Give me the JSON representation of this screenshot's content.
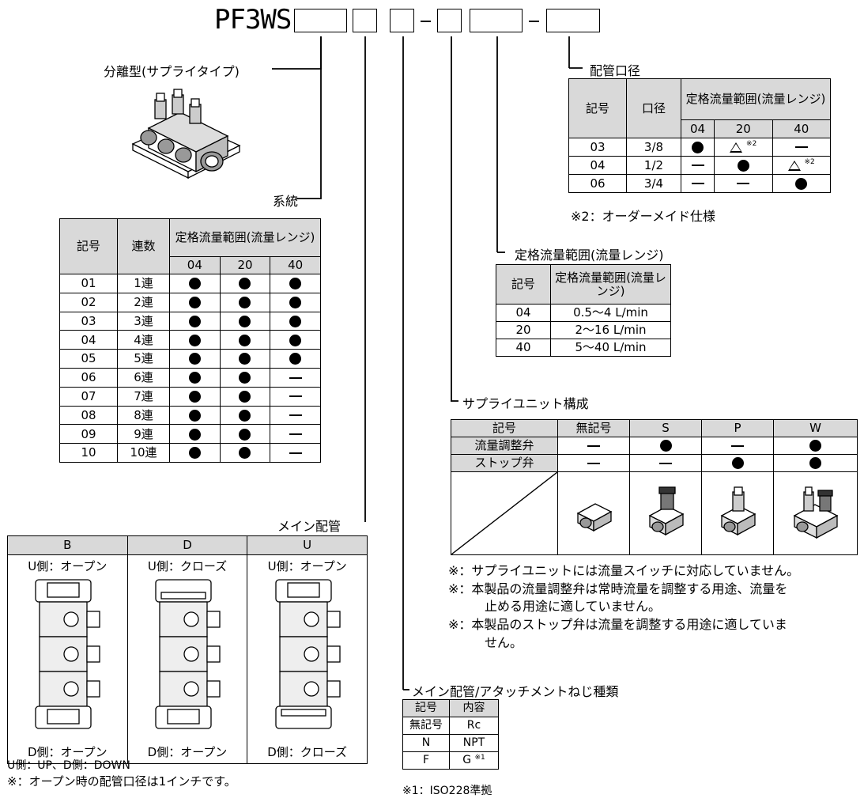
{
  "model": {
    "prefix": "PF3WS"
  },
  "body_type": {
    "label": "分離型(サプライタイプ)"
  },
  "stations": {
    "label": "系統",
    "headers": {
      "code": "記号",
      "count": "連数",
      "range": "定格流量範囲(流量レンジ)",
      "r04": "04",
      "r20": "20",
      "r40": "40"
    },
    "rows": [
      {
        "code": "01",
        "count": "1連",
        "c04": "dot",
        "c20": "dot",
        "c40": "dot"
      },
      {
        "code": "02",
        "count": "2連",
        "c04": "dot",
        "c20": "dot",
        "c40": "dot"
      },
      {
        "code": "03",
        "count": "3連",
        "c04": "dot",
        "c20": "dot",
        "c40": "dot"
      },
      {
        "code": "04",
        "count": "4連",
        "c04": "dot",
        "c20": "dot",
        "c40": "dot"
      },
      {
        "code": "05",
        "count": "5連",
        "c04": "dot",
        "c20": "dot",
        "c40": "dot"
      },
      {
        "code": "06",
        "count": "6連",
        "c04": "dot",
        "c20": "dot",
        "c40": "dash"
      },
      {
        "code": "07",
        "count": "7連",
        "c04": "dot",
        "c20": "dot",
        "c40": "dash"
      },
      {
        "code": "08",
        "count": "8連",
        "c04": "dot",
        "c20": "dot",
        "c40": "dash"
      },
      {
        "code": "09",
        "count": "9連",
        "c04": "dot",
        "c20": "dot",
        "c40": "dash"
      },
      {
        "code": "10",
        "count": "10連",
        "c04": "dot",
        "c20": "dot",
        "c40": "dash"
      }
    ]
  },
  "main_piping": {
    "label": "メイン配管",
    "columns": [
      {
        "code": "B",
        "top": "U側：オープン",
        "bottom": "D側：オープン"
      },
      {
        "code": "D",
        "top": "U側：クローズ",
        "bottom": "D側：オープン"
      },
      {
        "code": "U",
        "top": "U側：オープン",
        "bottom": "D側：クローズ"
      }
    ],
    "note1": "U側：UP、D側：DOWN",
    "note2": "※：オープン時の配管口径は1インチです。"
  },
  "thread": {
    "label": "メイン配管/アタッチメントねじ種類",
    "headers": {
      "code": "記号",
      "content": "内容"
    },
    "rows": [
      {
        "code": "無記号",
        "content": "Rc",
        "mark": ""
      },
      {
        "code": "N",
        "content": "NPT",
        "mark": ""
      },
      {
        "code": "F",
        "content": "G",
        "mark": "※1"
      }
    ],
    "note": "※1：ISO228準拠"
  },
  "supply_unit": {
    "label": "サプライユニット構成",
    "headers": [
      "記号",
      "無記号",
      "S",
      "P",
      "W"
    ],
    "rows": [
      {
        "name": "流量調整弁",
        "cells": [
          "dash",
          "dot",
          "dash",
          "dot"
        ]
      },
      {
        "name": "ストップ弁",
        "cells": [
          "dash",
          "dash",
          "dot",
          "dot"
        ]
      }
    ],
    "notes": [
      "※：サプライユニットには流量スイッチに対応していません。",
      "※：本製品の流量調整弁は常時流量を調整する用途、流量を",
      "止める用途に適していません。",
      "※：本製品のストップ弁は流量を調整する用途に適していま",
      "せん。"
    ]
  },
  "flow_range": {
    "label": "定格流量範囲(流量レンジ)",
    "headers": {
      "code": "記号",
      "range": "定格流量範囲(流量レンジ)"
    },
    "rows": [
      {
        "code": "04",
        "value": "0.5〜4 L/min"
      },
      {
        "code": "20",
        "value": "2〜16 L/min"
      },
      {
        "code": "40",
        "value": "5〜40 L/min"
      }
    ]
  },
  "port_size": {
    "label": "配管口径",
    "headers": {
      "code": "記号",
      "size": "口径",
      "range": "定格流量範囲(流量レンジ)",
      "r04": "04",
      "r20": "20",
      "r40": "40"
    },
    "rows": [
      {
        "code": "03",
        "size": "3/8",
        "c04": "dot",
        "c20": "tri",
        "c20_mark": "※2",
        "c40": "dash",
        "c40_mark": ""
      },
      {
        "code": "04",
        "size": "1/2",
        "c04": "dash",
        "c20": "dot",
        "c20_mark": "",
        "c40": "tri",
        "c40_mark": "※2"
      },
      {
        "code": "06",
        "size": "3/4",
        "c04": "dash",
        "c20": "dash",
        "c20_mark": "",
        "c40": "dot",
        "c40_mark": ""
      }
    ],
    "note": "※2：オーダーメイド仕様"
  }
}
